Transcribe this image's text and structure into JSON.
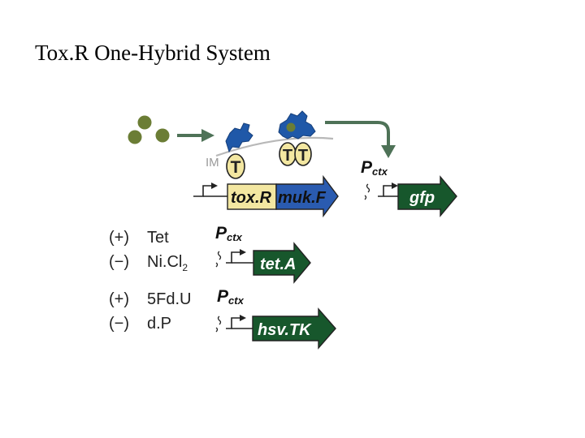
{
  "slide": {
    "title": "Tox.R One-Hybrid System"
  },
  "colors": {
    "ligand": "#6b7d35",
    "flow_arrow": "#4e7257",
    "receptor_blue": "#1f58a8",
    "membrane": "#b8b8b8",
    "yellow": "#f3e7a1",
    "blue_gene": "#2a5bb0",
    "green_gene": "#17572c",
    "outline": "#222222"
  },
  "diagram": {
    "membrane_label": "IM",
    "tm_domain_label": "T",
    "fusion_gene": {
      "part1": "tox.R",
      "part2": "muk.F"
    },
    "promoter_main": {
      "label": "P",
      "subscript": "ctx"
    },
    "reporter_gene": "gfp",
    "selection_rows": [
      {
        "plus_sign": "(+)",
        "plus_agent": "Tet",
        "minus_sign": "(−)",
        "minus_agent": "Ni.Cl",
        "minus_subscript": "2",
        "promoter": "P",
        "promoter_sub": "ctx",
        "gene": "tet.A"
      },
      {
        "plus_sign": "(+)",
        "plus_agent": "5Fd.U",
        "minus_sign": "(−)",
        "minus_agent": "d.P",
        "minus_subscript": "",
        "promoter": "P",
        "promoter_sub": "ctx",
        "gene": "hsv.TK"
      }
    ]
  }
}
